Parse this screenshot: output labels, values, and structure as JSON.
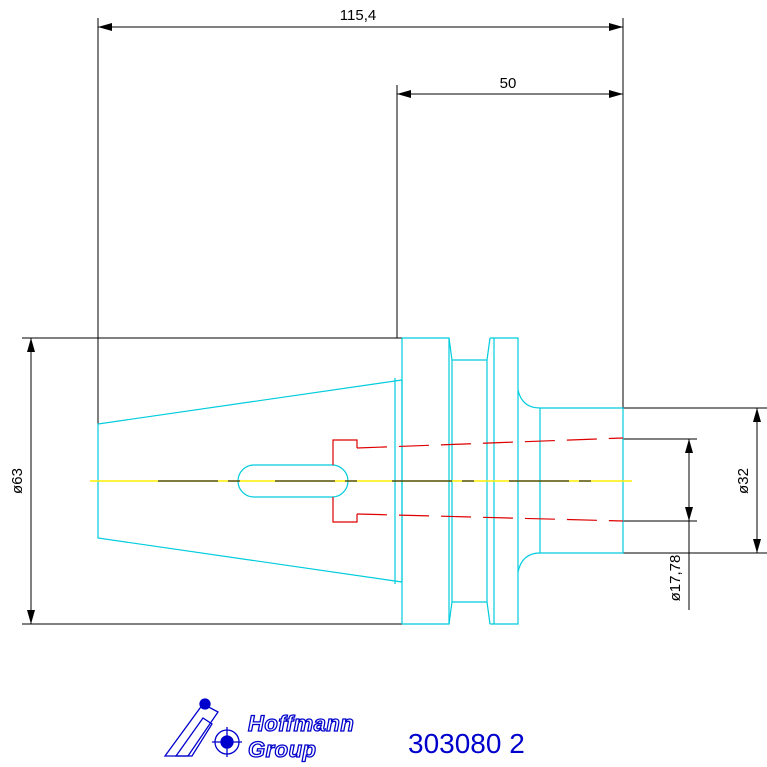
{
  "dimensions": {
    "overall_length": "115,4",
    "shank_length": "50",
    "flange_diameter": "ø63",
    "shank_diameter": "ø32",
    "bore_diameter": "ø17,78"
  },
  "logo": {
    "line1": "Hoffmann",
    "line2": "Group"
  },
  "part_number": "303080 2",
  "colors": {
    "outline": "#00ccdd",
    "dimension": "#000000",
    "hidden": "#dd0000",
    "centerline": "#ffff00",
    "brand": "#0000cc"
  }
}
